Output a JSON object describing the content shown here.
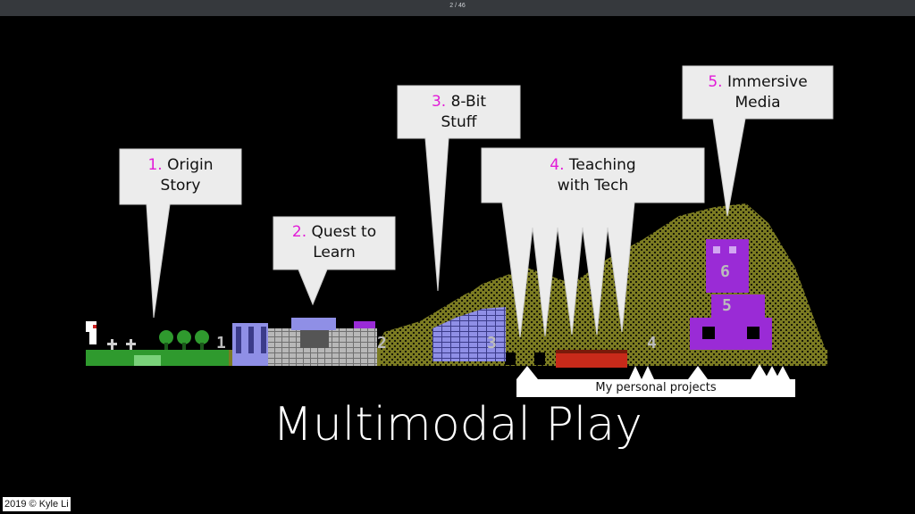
{
  "viewer": {
    "page_counter": "2 / 46"
  },
  "callouts": [
    {
      "number": "1.",
      "line1": "Origin",
      "line2": "Story"
    },
    {
      "number": "2.",
      "line1": "Quest to",
      "line2": "Learn"
    },
    {
      "number": "3.",
      "line1": "8-Bit",
      "line2": "Stuff"
    },
    {
      "number": "4.",
      "line1": "Teaching",
      "line2": "with Tech"
    },
    {
      "number": "5.",
      "line1": "Immersive",
      "line2": "Media"
    }
  ],
  "projects_label": "My personal projects",
  "slide_title": "Multimodal Play",
  "copyright": "2019 © Kyle Li",
  "map_markers": [
    "1",
    "2",
    "3",
    "4",
    "5",
    "6"
  ],
  "colors": {
    "accent_number": "#e21bd7",
    "mountain": "#7b7b22",
    "grass": "#2f9a2e",
    "castle_purple": "#9a2bd6",
    "lava": "#c82a1a"
  }
}
